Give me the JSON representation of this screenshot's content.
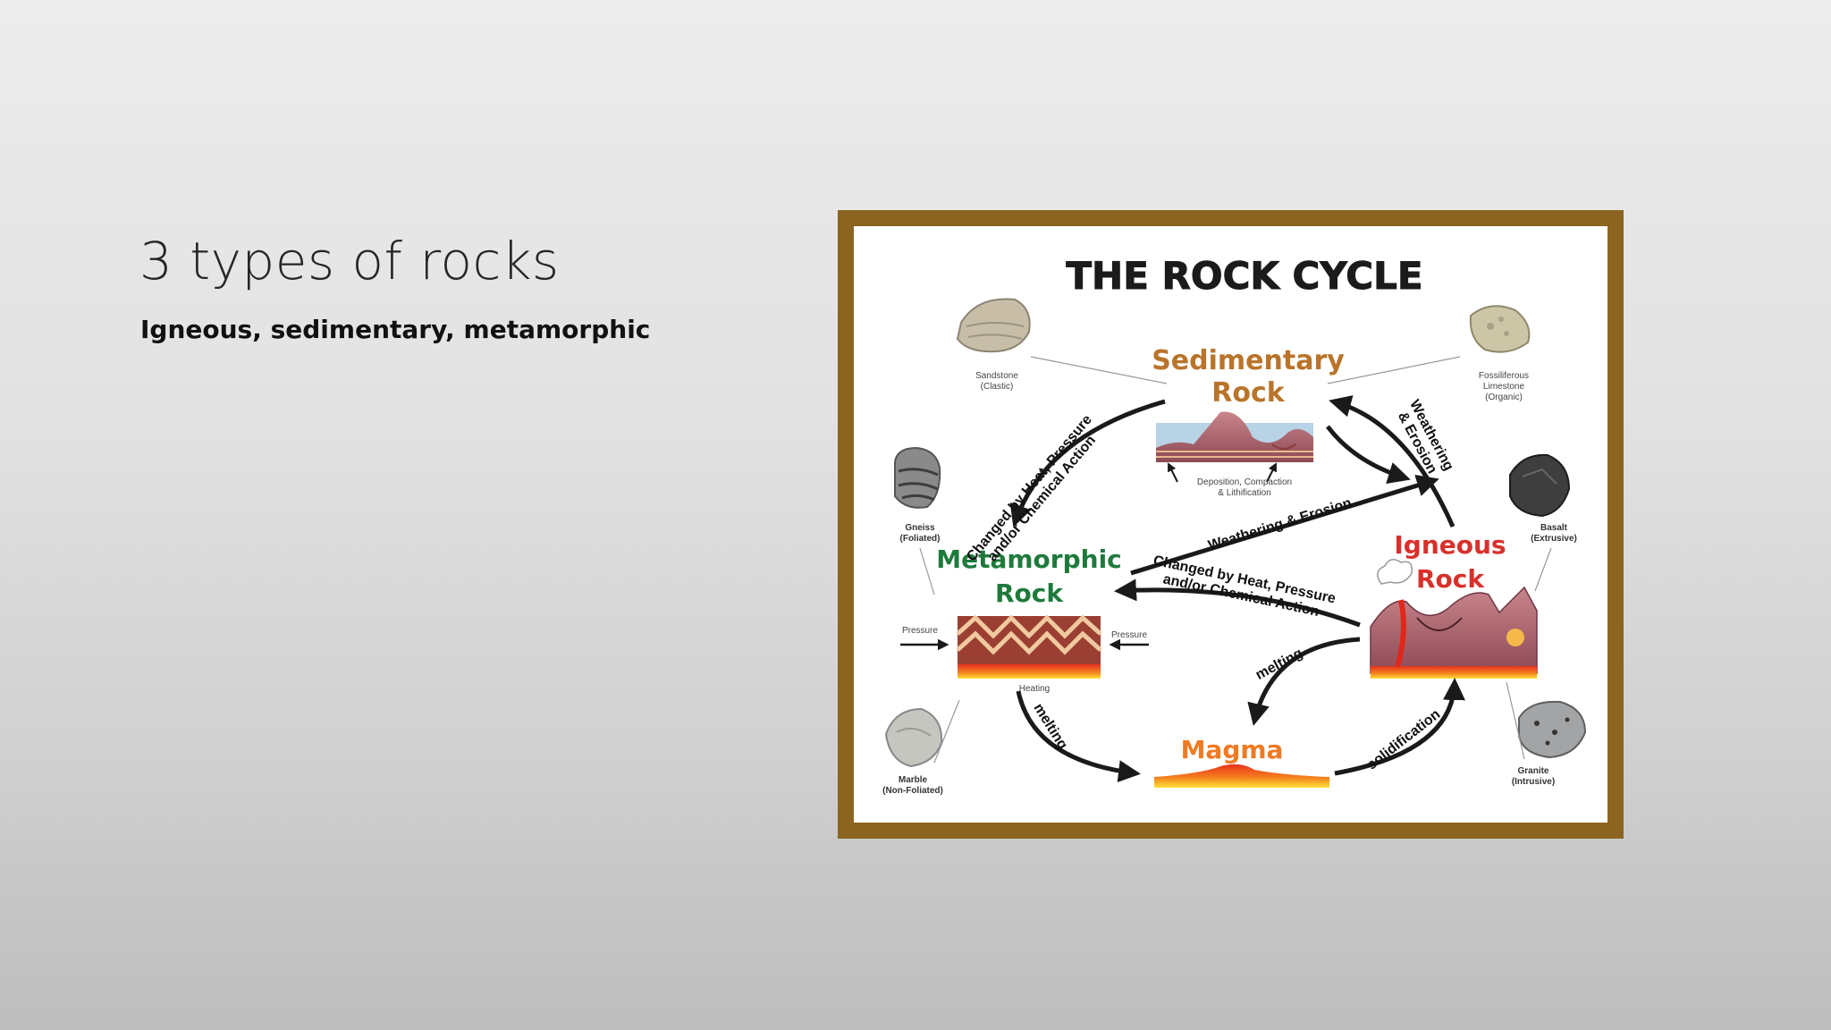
{
  "slide": {
    "title": "3 types of rocks",
    "subtitle": "Igneous, sedimentary, metamorphic"
  },
  "diagram": {
    "title": "THE ROCK CYCLE",
    "nodes": {
      "sedimentary": [
        "Sedimentary",
        "Rock"
      ],
      "metamorphic": [
        "Metamorphic",
        "Rock"
      ],
      "igneous": [
        "Igneous",
        "Rock"
      ],
      "magma": "Magma"
    },
    "arrows": {
      "sed_to_meta": [
        "Changed by Heat, Pressure",
        "and/or Chemical Action"
      ],
      "ign_to_sed": [
        "Weathering",
        "& Erosion"
      ],
      "meta_to_ign": "Weathering & Erosion",
      "ign_to_meta": [
        "Changed by Heat, Pressure",
        "and/or Chemical Action"
      ],
      "ign_to_magma": "melting",
      "meta_to_magma": "melting",
      "magma_to_ign": "solidification"
    },
    "labels": {
      "deposition": [
        "Deposition, Compaction",
        "& Lithification"
      ],
      "pressure_left": "Pressure",
      "pressure_right": "Pressure",
      "heating": "Heating"
    },
    "samples": {
      "sandstone": [
        "Sandstone",
        "(Clastic)"
      ],
      "limestone": [
        "Fossiliferous",
        "Limestone",
        "(Organic)"
      ],
      "gneiss": [
        "Gneiss",
        "(Foliated)"
      ],
      "basalt": [
        "Basalt",
        "(Extrusive)"
      ],
      "marble": [
        "Marble",
        "(Non-Foliated)"
      ],
      "granite": [
        "Granite",
        "(Intrusive)"
      ]
    },
    "colors": {
      "frame": "#8b6420",
      "sedimentary": "#b9742a",
      "metamorphic": "#1e7a3c",
      "igneous": "#d8302b",
      "magma": "#ef7a22",
      "arrow": "#1a1a1a"
    }
  }
}
